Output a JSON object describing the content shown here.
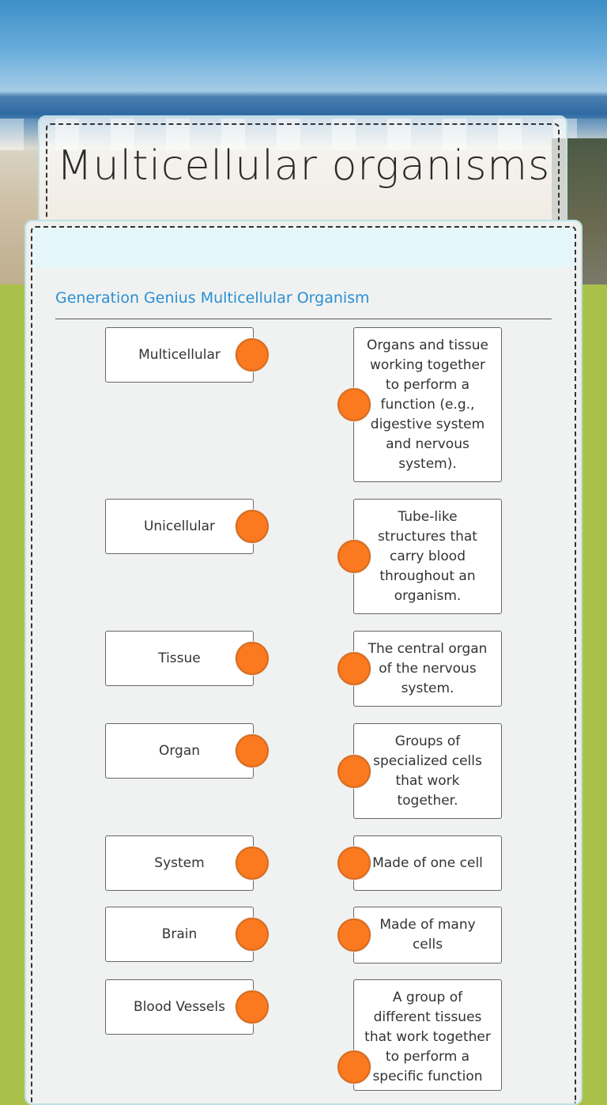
{
  "title": "Multicellular organisms",
  "section": {
    "heading": "Generation Genius Multicellular Organism"
  },
  "left_items": [
    {
      "label": "Multicellular"
    },
    {
      "label": "Unicellular"
    },
    {
      "label": "Tissue"
    },
    {
      "label": "Organ"
    },
    {
      "label": "System"
    },
    {
      "label": "Brain"
    },
    {
      "label": "Blood Vessels"
    }
  ],
  "right_items": [
    {
      "label": "Organs and tissue working together to perform a function (e.g., digestive system and nervous system)."
    },
    {
      "label": "Tube-like structures that carry blood throughout an organism."
    },
    {
      "label": "The central organ of the nervous system."
    },
    {
      "label": "Groups of specialized cells that work together."
    },
    {
      "label": "Made of one cell"
    },
    {
      "label": "Made of many cells"
    },
    {
      "label": "A group of different tissues that work together to perform a specific function"
    }
  ],
  "colors": {
    "accent_dot": "#fb7a1f",
    "heading_blue": "#2b8fd3",
    "page_green": "#a9c148"
  }
}
